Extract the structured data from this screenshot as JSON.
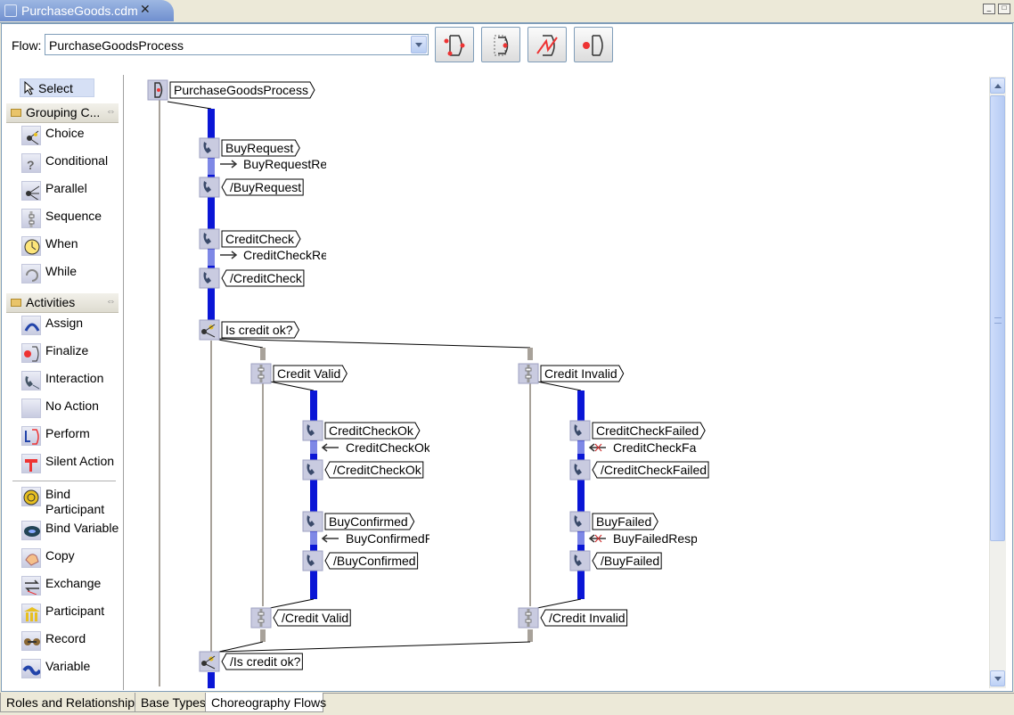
{
  "editor_tab": {
    "title": "PurchaseGoods.cdm",
    "close": "✕"
  },
  "flow": {
    "label": "Flow:",
    "value": "PurchaseGoodsProcess"
  },
  "toolbar": {
    "buttons": [
      "flow-view-icon",
      "layered-flow-icon",
      "state-flow-icon",
      "finalize-flow-icon"
    ]
  },
  "palette": {
    "select": "Select",
    "grouping": {
      "title": "Grouping C...",
      "items": [
        {
          "label": "Choice",
          "icon": "choice-icon"
        },
        {
          "label": "Conditional",
          "icon": "conditional-icon"
        },
        {
          "label": "Parallel",
          "icon": "parallel-icon"
        },
        {
          "label": "Sequence",
          "icon": "sequence-icon"
        },
        {
          "label": "When",
          "icon": "when-icon"
        },
        {
          "label": "While",
          "icon": "while-icon"
        }
      ]
    },
    "activities": {
      "title": "Activities",
      "items": [
        {
          "label": "Assign",
          "icon": "assign-icon"
        },
        {
          "label": "Finalize",
          "icon": "finalize-icon"
        },
        {
          "label": "Interaction",
          "icon": "interaction-icon"
        },
        {
          "label": "No Action",
          "icon": "no-action-icon"
        },
        {
          "label": "Perform",
          "icon": "perform-icon"
        },
        {
          "label": "Silent Action",
          "icon": "silent-action-icon"
        }
      ]
    },
    "other": [
      {
        "label": "Bind Participant",
        "line1": "Bind",
        "line2": "Participant",
        "icon": "bind-participant-icon"
      },
      {
        "label": "Bind Variable",
        "icon": "bind-variable-icon"
      },
      {
        "label": "Copy",
        "icon": "copy-icon"
      },
      {
        "label": "Exchange",
        "icon": "exchange-icon"
      },
      {
        "label": "Participant",
        "icon": "participant-icon"
      },
      {
        "label": "Record",
        "icon": "record-icon"
      },
      {
        "label": "Variable",
        "icon": "variable-icon"
      }
    ]
  },
  "diagram": {
    "root": "PurchaseGoodsProcess",
    "nodes": {
      "buy_request": "BuyRequest",
      "buy_request_msg": "BuyRequestRe",
      "buy_request_end": "/BuyRequest",
      "credit_check": "CreditCheck",
      "credit_check_msg": "CreditCheckRe",
      "credit_check_end": "/CreditCheck",
      "choice": "Is credit ok?",
      "credit_valid": "Credit Valid",
      "credit_invalid": "Credit Invalid",
      "cc_ok": "CreditCheckOk",
      "cc_ok_msg": "CreditCheckOkI",
      "cc_ok_end": "/CreditCheckOk",
      "buy_confirmed": "BuyConfirmed",
      "buy_confirmed_msg": "BuyConfirmedR",
      "buy_confirmed_end": "/BuyConfirmed",
      "credit_valid_end": "/Credit Valid",
      "cc_failed": "CreditCheckFailed",
      "cc_failed_msg": "CreditCheckFail",
      "cc_failed_end": "/CreditCheckFailed",
      "buy_failed": "BuyFailed",
      "buy_failed_msg": "BuyFailedRespo",
      "buy_failed_end": "/BuyFailed",
      "credit_invalid_end": "/Credit Invalid",
      "choice_end": "/Is credit ok?"
    }
  },
  "bottom_tabs": [
    "Roles and Relationships",
    "Base Types",
    "Choreography Flows"
  ],
  "active_bottom_tab": "Choreography Flows"
}
